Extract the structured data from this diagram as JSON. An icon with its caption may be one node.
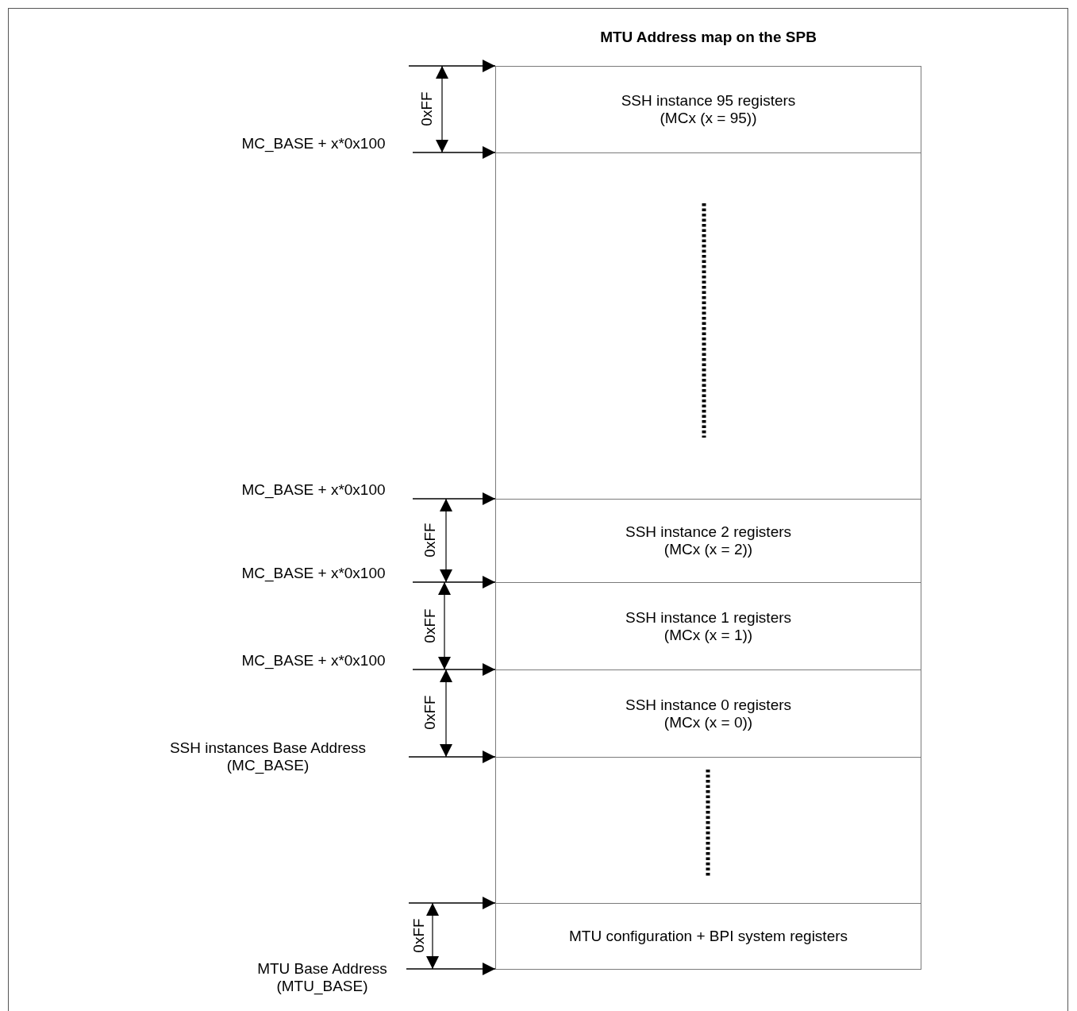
{
  "diagram": {
    "title": "MTU Address map on the SPB",
    "nodes": [
      {
        "text": [
          "SSH instance 95 registers (MCx (x = 95))"
        ]
      },
      {
        "text": [],
        "shape": "box"
      },
      {
        "text": [
          "SSH instance 2 registers (MCx (x = 2))"
        ]
      },
      {
        "text": [
          "SSH instance 1 registers (MCx (x = 1))"
        ]
      },
      {
        "text": [
          "SSH instance 0 registers (MCx (x = 0))"
        ]
      },
      {
        "text": [],
        "shape": "box"
      },
      {
        "text": [
          "MTU configuration + BPI system registers"
        ]
      },
      {
        "text": [
          "MC_BASE + x*0x100"
        ]
      },
      {
        "text": [
          "MC_BASE + x*0x100"
        ]
      },
      {
        "text": [
          "MC_BASE + x*0x100"
        ]
      },
      {
        "text": [
          "MC_BASE + x*0x100"
        ]
      },
      {
        "text": [
          "SSH instances Base Address (MC_BASE)"
        ]
      },
      {
        "text": [
          "MTU Base Address (MTU_BASE)"
        ]
      }
    ],
    "edges": [
      {
        "from": null,
        "to": 0,
        "arrow": "to"
      },
      {
        "from": 7,
        "to": 0,
        "arrow": "to"
      },
      {
        "from": 8,
        "to": 1,
        "arrow": "to"
      },
      {
        "from": 9,
        "to": 2,
        "arrow": "to"
      },
      {
        "from": 10,
        "to": 3,
        "arrow": "to"
      },
      {
        "from": 11,
        "to": 4,
        "arrow": "to"
      },
      {
        "from": null,
        "to": 6,
        "arrow": "to"
      },
      {
        "from": 12,
        "to": 6,
        "arrow": "to"
      }
    ],
    "labels": [
      "0xFF",
      "0xFF",
      "0xFF",
      "0xFF",
      "0xFF"
    ]
  }
}
